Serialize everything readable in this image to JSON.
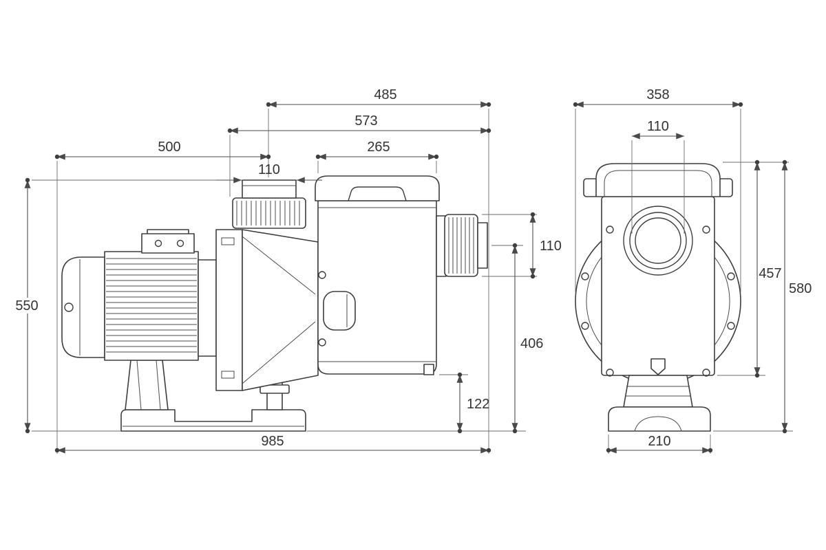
{
  "drawing": {
    "subject": "Swimming pool pump technical dimension drawing",
    "views": {
      "side": "side elevation",
      "front": "front elevation"
    },
    "units": "mm",
    "line_color": "#3d3d3d",
    "dimension_color": "#4a4a4a",
    "background_color": "#ffffff"
  },
  "dimensions": {
    "side": {
      "port_to_outlet": "485",
      "flange_to_outlet": "573",
      "motor_end_to_port_center": "500",
      "tank_width": "265",
      "port_neck_width": "110",
      "outlet_union_height": "110",
      "overall_height": "550",
      "outlet_center_to_ground": "406",
      "drain_to_ground": "122",
      "overall_length": "985"
    },
    "front": {
      "flange_diameter": "358",
      "inlet_diameter": "110",
      "body_height": "457",
      "overall_height": "580",
      "base_width": "210"
    }
  }
}
